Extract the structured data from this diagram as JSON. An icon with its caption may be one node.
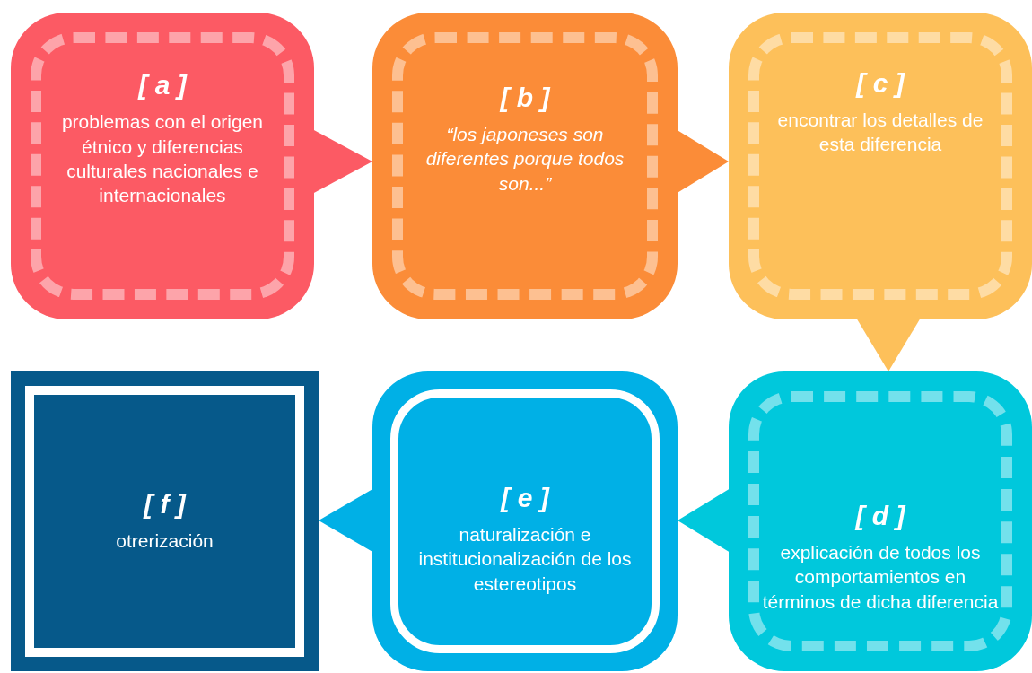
{
  "diagram": {
    "nodes": [
      {
        "text": [
          "[ a ]",
          "problemas con el origen étnico y diferencias culturales nacionales e internacionales"
        ]
      },
      {
        "text": [
          "[ b ]",
          "“los japoneses son diferentes porque todos son...”"
        ]
      },
      {
        "text": [
          "[ c ]",
          "encontrar los detalles de esta diferencia"
        ]
      },
      {
        "text": [
          "[ d ]",
          "explicación de todos los comportamientos en términos de dicha diferencia"
        ]
      },
      {
        "text": [
          "[ e ]",
          "naturalización e institucionalización de los estereotipos"
        ]
      },
      {
        "text": [
          "[ f ]",
          "otrerización"
        ]
      }
    ],
    "edges": [
      {
        "from": 0,
        "to": 1,
        "arrow": "to",
        "color": "#fc5a64"
      },
      {
        "from": 1,
        "to": 2,
        "arrow": "to",
        "color": "#fb8c38"
      },
      {
        "from": 2,
        "to": 3,
        "arrow": "to",
        "color": "#fdc05a"
      },
      {
        "from": 3,
        "to": 4,
        "arrow": "to",
        "color": "#00c8dc"
      },
      {
        "from": 4,
        "to": 5,
        "arrow": "to",
        "color": "#00b0e6"
      }
    ]
  }
}
